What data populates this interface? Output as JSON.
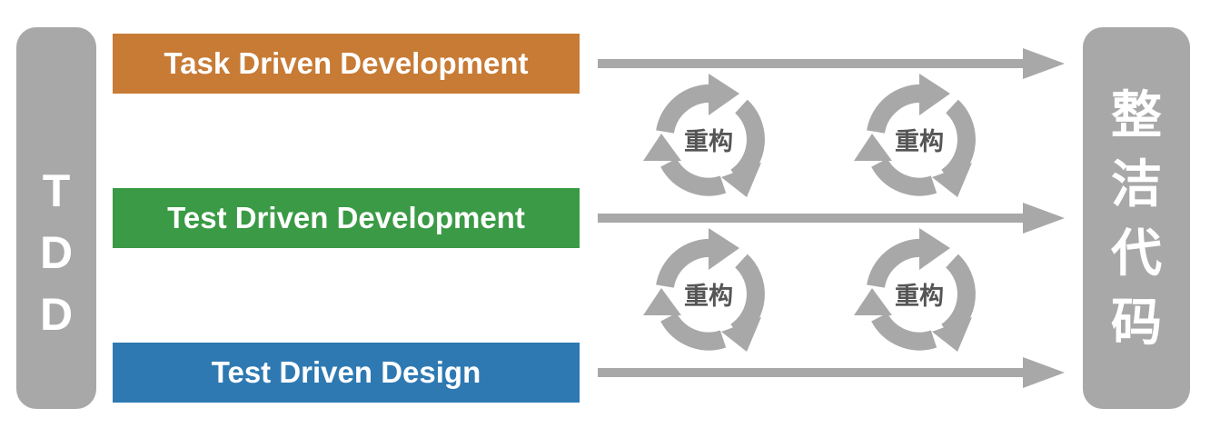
{
  "left_label": {
    "text": "TDD",
    "letters": [
      "T",
      "D",
      "D"
    ]
  },
  "right_label": {
    "text": "整洁代码",
    "chars": [
      "整",
      "洁",
      "代",
      "码"
    ]
  },
  "bands": [
    {
      "label": "Task Driven Development",
      "color": "#c77b35"
    },
    {
      "label": "Test Driven Development",
      "color": "#3a9a45"
    },
    {
      "label": "Test Driven Design",
      "color": "#2e79b2"
    }
  ],
  "cycle_label": "重构",
  "colors": {
    "pill": "#a8a8a8",
    "arrow": "#a8a8a8",
    "cycle": "#a8a8a8"
  }
}
